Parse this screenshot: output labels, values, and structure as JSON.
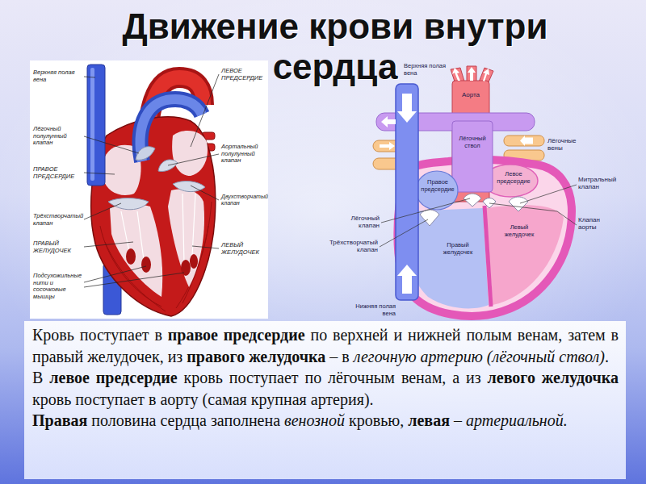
{
  "diagram": {
    "title": "Движение крови внутри сердца",
    "labels": [
      "Верхняя полая вена",
      "ЛЕВОЕ ПРЕДСЕРДИЕ",
      "Лёгочный полулунный клапан",
      "ПРАВОЕ ПРЕДСЕРДИЕ",
      "Аортальный полулунный клапан",
      "Двухстворчатый клапан",
      "Трёхстворчатый клапан",
      "ПРАВЫЙ ЖЕЛУДОЧЕК",
      "ЛЕВЫЙ ЖЕЛУДОЧЕК",
      "Подсухожильные нити и сосочковые мышцы",
      "Верхняя полая вена",
      "Аорта",
      "Лёгочный ствол",
      "Лёгочные вены",
      "Левое предсердие",
      "Правое предсердие",
      "Митральный клапан",
      "Лёгочный клапан",
      "Левый желудочек",
      "Клапан аорты",
      "Трёхстворчатый клапан",
      "Правый желудочек",
      "Нижняя полая вена",
      "Кровь поступает в",
      "правое предсердие",
      "по верхней и нижней полым венам, затем в правый желудочек, из",
      "правого желудочка",
      "– в",
      "легочную артерию (лёгочный ствол)",
      ".",
      "В",
      "левое предсердие",
      "кровь поступает по лёгочным венам, а из",
      "левого желудочка",
      "кровь поступает в аорту (самая крупная артерия).",
      "Правая",
      "половина сердца заполнена",
      "венозной",
      "кровью,",
      "левая",
      "–",
      "артериальной."
    ]
  }
}
